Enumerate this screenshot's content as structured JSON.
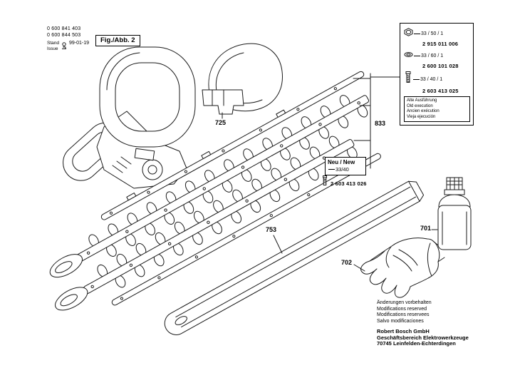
{
  "header": {
    "model_numbers": [
      "0 600 841 403",
      "0 600 844 503"
    ],
    "stand_label": "Stand",
    "issue_label": "Issue",
    "date": "99-01-19",
    "figure_label": "Fig./Abb. 2"
  },
  "old_parts_box": {
    "items": [
      {
        "ref": "33 / 50 / 1",
        "part_number": "2 915 011 006",
        "icon": "nut-icon"
      },
      {
        "ref": "33 / 60 / 1",
        "part_number": "2 600 101 028",
        "icon": "washer-icon"
      },
      {
        "ref": "33 / 40 / 1",
        "part_number": "2 603 413 025",
        "icon": "screw-icon"
      }
    ],
    "note_lines": [
      "Alte Ausführung",
      "Old execution",
      "Ancien exécution",
      "Vieja ejecución"
    ]
  },
  "new_part_box": {
    "title": "Neu / New",
    "ref": "33/40",
    "part_number": "2 603 413 026",
    "icon": "screw-icon"
  },
  "callouts": {
    "hand_guard": "725",
    "blade_set": "833",
    "blade_guard": "753",
    "protective_gloves": "702",
    "lubricant_spray": "701"
  },
  "footer": {
    "notice_lines": [
      "Änderungen vorbehalten",
      "Modifications reserved",
      "Modifications reservees",
      "Salvo modificaciones"
    ],
    "company_lines": [
      "Robert Bosch GmbH",
      "Geschäftsbereich Elektrowerkzeuge",
      "70745 Leinfelden-Echterdingen"
    ]
  }
}
